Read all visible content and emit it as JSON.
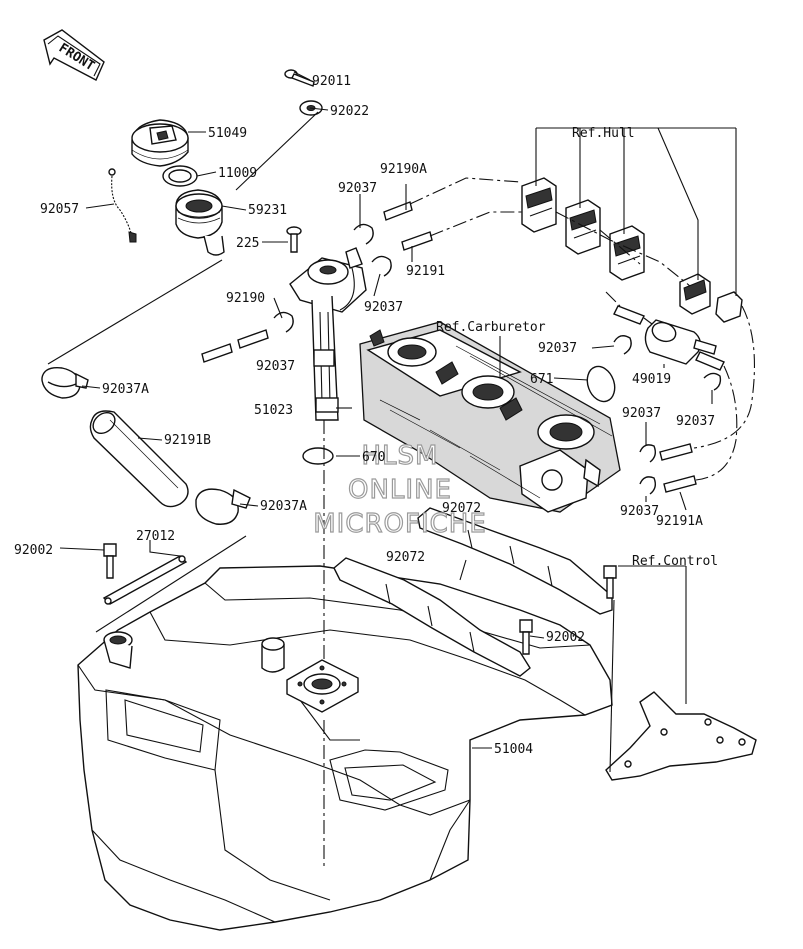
{
  "front_badge": "FRONT",
  "refs": {
    "hull": "Ref.Hull",
    "carburetor": "Ref.Carburetor",
    "control": "Ref.Control"
  },
  "watermark": [
    "HLSM",
    "ONLINE",
    "MICROFICHE"
  ],
  "parts": [
    {
      "id": "p-92011",
      "label": "92011",
      "part": "bolt"
    },
    {
      "id": "p-92022",
      "label": "92022",
      "part": "washer"
    },
    {
      "id": "p-51049",
      "label": "51049",
      "part": "fuel-cap"
    },
    {
      "id": "p-11009",
      "label": "11009",
      "part": "gasket"
    },
    {
      "id": "p-59231",
      "label": "59231",
      "part": "filler-neck"
    },
    {
      "id": "p-92057",
      "label": "92057",
      "part": "tether-chain"
    },
    {
      "id": "p-92190A",
      "label": "92190A",
      "part": "hose"
    },
    {
      "id": "p-92037-a",
      "label": "92037",
      "part": "clamp"
    },
    {
      "id": "p-225",
      "label": "225",
      "part": "screw"
    },
    {
      "id": "p-92191",
      "label": "92191",
      "part": "hose"
    },
    {
      "id": "p-92037-b",
      "label": "92037",
      "part": "clamp"
    },
    {
      "id": "p-92190",
      "label": "92190",
      "part": "hose"
    },
    {
      "id": "p-92037-c",
      "label": "92037",
      "part": "clamp"
    },
    {
      "id": "p-92037A-a",
      "label": "92037A",
      "part": "hose-clamp"
    },
    {
      "id": "p-92191B",
      "label": "92191B",
      "part": "filler-hose"
    },
    {
      "id": "p-51023",
      "label": "51023",
      "part": "fuel-level-sender"
    },
    {
      "id": "p-670",
      "label": "670",
      "part": "o-ring"
    },
    {
      "id": "p-92037A-b",
      "label": "92037A",
      "part": "hose-clamp"
    },
    {
      "id": "p-27012",
      "label": "27012",
      "part": "band"
    },
    {
      "id": "p-92002-a",
      "label": "92002",
      "part": "bolt"
    },
    {
      "id": "p-92072-a",
      "label": "92072",
      "part": "strap"
    },
    {
      "id": "p-92072-b",
      "label": "92072",
      "part": "strap"
    },
    {
      "id": "p-92002-b",
      "label": "92002",
      "part": "bolt"
    },
    {
      "id": "p-92037-d",
      "label": "92037",
      "part": "clamp"
    },
    {
      "id": "p-671",
      "label": "671",
      "part": "o-ring"
    },
    {
      "id": "p-49019",
      "label": "49019",
      "part": "fuel-filter"
    },
    {
      "id": "p-92037-e",
      "label": "92037",
      "part": "clamp"
    },
    {
      "id": "p-92037-f",
      "label": "92037",
      "part": "clamp"
    },
    {
      "id": "p-92037-g",
      "label": "92037",
      "part": "clamp"
    },
    {
      "id": "p-92191A",
      "label": "92191A",
      "part": "hose"
    },
    {
      "id": "p-51004",
      "label": "51004",
      "part": "fuel-tank"
    }
  ]
}
